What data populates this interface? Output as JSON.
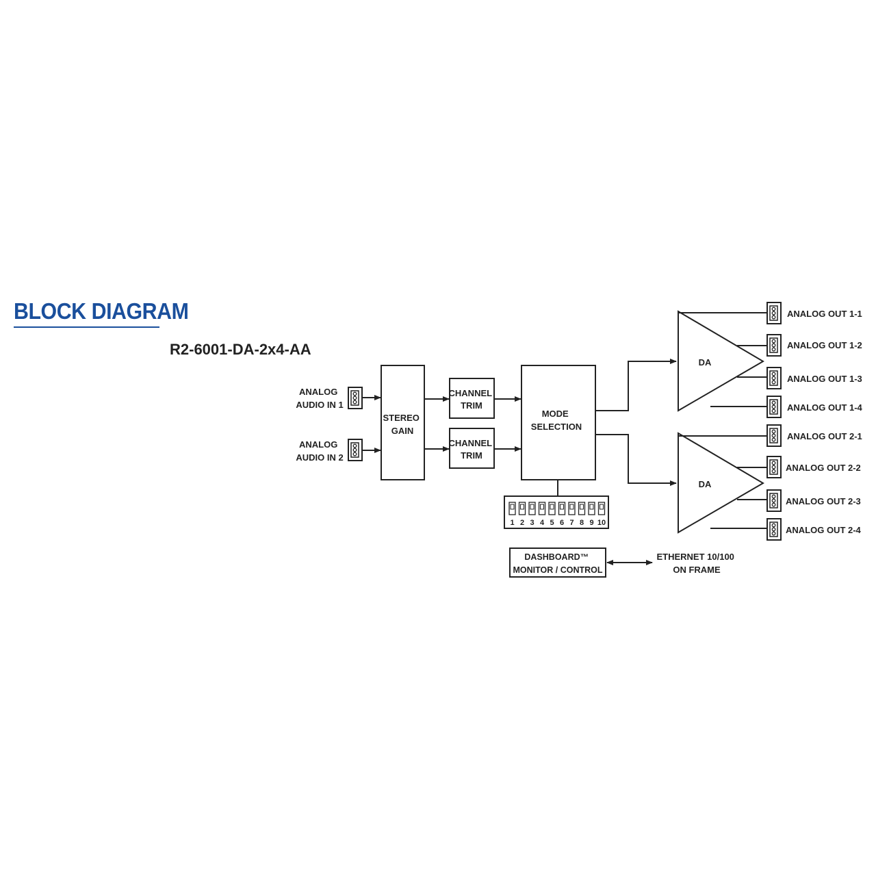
{
  "heading": "BLOCK DIAGRAM",
  "model": "R2-6001-DA-2x4-AA",
  "colors": {
    "heading": "#1a4f9c",
    "line": "#222222"
  },
  "inputs": [
    {
      "line1": "ANALOG",
      "line2": "AUDIO IN 1"
    },
    {
      "line1": "ANALOG",
      "line2": "AUDIO IN 2"
    }
  ],
  "stereo_gain": {
    "line1": "STEREO",
    "line2": "GAIN"
  },
  "channel_trim": [
    {
      "line1": "CHANNEL",
      "line2": "TRIM"
    },
    {
      "line1": "CHANNEL",
      "line2": "TRIM"
    }
  ],
  "mode_selection": {
    "line1": "MODE",
    "line2": "SELECTION"
  },
  "dip_switch": {
    "numbers": [
      "1",
      "2",
      "3",
      "4",
      "5",
      "6",
      "7",
      "8",
      "9",
      "10"
    ]
  },
  "amplifiers": [
    {
      "label": "DA"
    },
    {
      "label": "DA"
    }
  ],
  "outputs": [
    "ANALOG OUT 1-1",
    "ANALOG OUT 1-2",
    "ANALOG OUT 1-3",
    "ANALOG OUT 1-4",
    "ANALOG OUT 2-1",
    "ANALOG OUT 2-2",
    "ANALOG OUT 2-3",
    "ANALOG OUT 2-4"
  ],
  "dashboard": {
    "line1": "DASHBOARD™",
    "line2": "MONITOR / CONTROL"
  },
  "ethernet": {
    "line1": "ETHERNET 10/100",
    "line2": "ON FRAME"
  }
}
